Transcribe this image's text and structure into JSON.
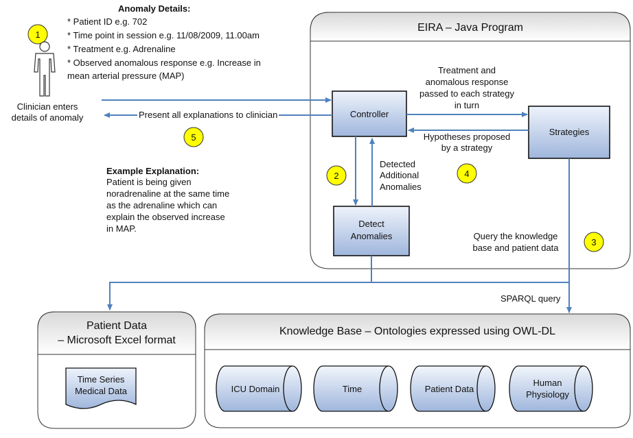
{
  "anomaly_details": {
    "title": "Anomaly Details:",
    "lines": [
      "* Patient ID e.g. 702",
      "* Time point in session e.g. 11/08/2009, 11.00am",
      "* Treatment e.g. Adrenaline",
      "* Observed anomalous response e.g. Increase in",
      "mean arterial pressure (MAP)"
    ]
  },
  "clinician": {
    "label_line1": "Clinician enters",
    "label_line2": "details of anomaly"
  },
  "present_label": "Present all explanations to clinician",
  "example": {
    "title": "Example Explanation:",
    "lines": [
      "Patient is being given",
      "noradrenaline at the same time",
      "as the adrenaline which can",
      "explain the observed increase",
      "in MAP."
    ]
  },
  "eira": {
    "title": "EIRA – Java Program",
    "controller": "Controller",
    "strategies": "Strategies",
    "detect_line1": "Detect",
    "detect_line2": "Anomalies",
    "treatment_lines": [
      "Treatment and",
      "anomalous response",
      "passed to each strategy",
      "in turn"
    ],
    "hypotheses_lines": [
      "Hypotheses proposed",
      "by a strategy"
    ],
    "detected_lines": [
      "Detected",
      "Additional",
      "Anomalies"
    ],
    "query_lines": [
      "Query the knowledge",
      "base and patient data"
    ]
  },
  "steps": [
    "1",
    "2",
    "3",
    "4",
    "5"
  ],
  "sparql_label": "SPARQL query",
  "patient_data": {
    "title_line1": "Patient Data",
    "title_line2": "– Microsoft Excel format",
    "doc_line1": "Time Series",
    "doc_line2": "Medical Data"
  },
  "knowledge_base": {
    "title": "Knowledge Base – Ontologies expressed using OWL-DL",
    "cylinders": [
      {
        "line1": "ICU Domain",
        "line2": ""
      },
      {
        "line1": "Time",
        "line2": ""
      },
      {
        "line1": "Patient Data",
        "line2": ""
      },
      {
        "line1": "Human",
        "line2": "Physiology"
      }
    ]
  },
  "colors": {
    "arrow": "#4f81bd",
    "box_top": "#e8eef8",
    "box_bottom": "#a3b8dc",
    "container_top": "#e9e9e9",
    "step_fill": "#ffff00"
  }
}
